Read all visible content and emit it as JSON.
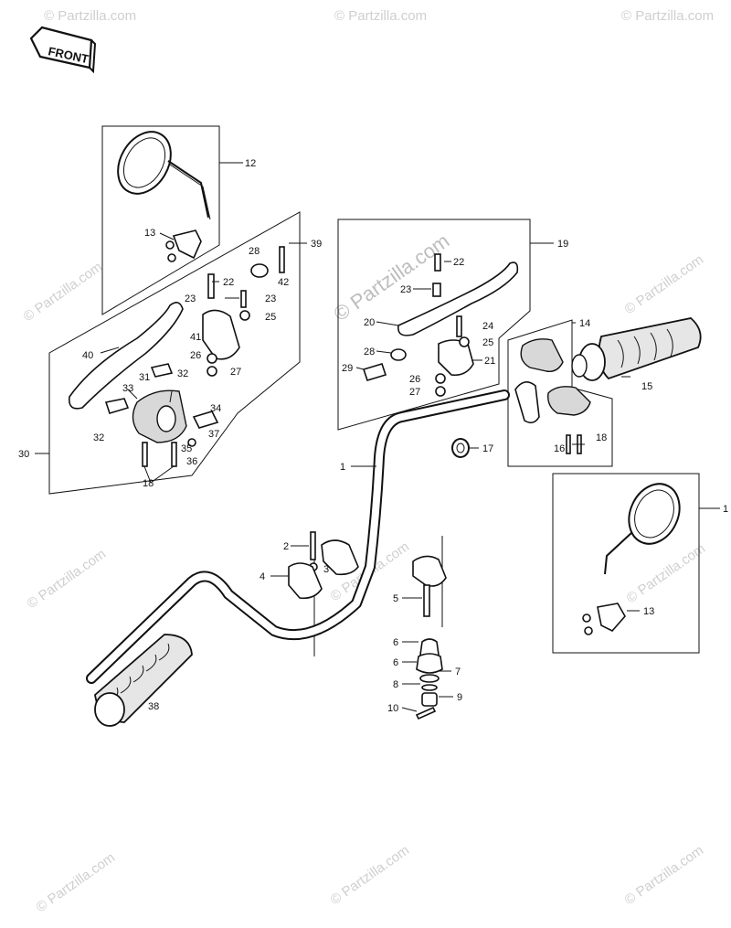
{
  "front_label": "FRONT",
  "watermark": {
    "text": "© Partzilla.com",
    "center_text": "© Partzilla.com"
  },
  "callouts": [
    {
      "id": "c1",
      "text": "1"
    },
    {
      "id": "c2",
      "text": "2"
    },
    {
      "id": "c3",
      "text": "3"
    },
    {
      "id": "c4",
      "text": "4"
    },
    {
      "id": "c5",
      "text": "5"
    },
    {
      "id": "c6a",
      "text": "6"
    },
    {
      "id": "c6b",
      "text": "6"
    },
    {
      "id": "c7",
      "text": "7"
    },
    {
      "id": "c8",
      "text": "8"
    },
    {
      "id": "c9",
      "text": "9"
    },
    {
      "id": "c10",
      "text": "10"
    },
    {
      "id": "c11",
      "text": "1"
    },
    {
      "id": "c12",
      "text": "12"
    },
    {
      "id": "c13a",
      "text": "13"
    },
    {
      "id": "c13b",
      "text": "13"
    },
    {
      "id": "c14",
      "text": "14"
    },
    {
      "id": "c15",
      "text": "15"
    },
    {
      "id": "c16",
      "text": "16"
    },
    {
      "id": "c17",
      "text": "17"
    },
    {
      "id": "c18a",
      "text": "18"
    },
    {
      "id": "c18b",
      "text": "18"
    },
    {
      "id": "c19",
      "text": "19"
    },
    {
      "id": "c20",
      "text": "20"
    },
    {
      "id": "c21",
      "text": "21"
    },
    {
      "id": "c22a",
      "text": "22"
    },
    {
      "id": "c22b",
      "text": "22"
    },
    {
      "id": "c23a",
      "text": "23"
    },
    {
      "id": "c23b",
      "text": "23"
    },
    {
      "id": "c23c",
      "text": "23"
    },
    {
      "id": "c24",
      "text": "24"
    },
    {
      "id": "c25a",
      "text": "25"
    },
    {
      "id": "c25b",
      "text": "25"
    },
    {
      "id": "c26a",
      "text": "26"
    },
    {
      "id": "c26b",
      "text": "26"
    },
    {
      "id": "c27a",
      "text": "27"
    },
    {
      "id": "c27b",
      "text": "27"
    },
    {
      "id": "c28a",
      "text": "28"
    },
    {
      "id": "c28b",
      "text": "28"
    },
    {
      "id": "c29",
      "text": "29"
    },
    {
      "id": "c30",
      "text": "30"
    },
    {
      "id": "c31",
      "text": "31"
    },
    {
      "id": "c32a",
      "text": "32"
    },
    {
      "id": "c32b",
      "text": "32"
    },
    {
      "id": "c33",
      "text": "33"
    },
    {
      "id": "c34",
      "text": "34"
    },
    {
      "id": "c35",
      "text": "35"
    },
    {
      "id": "c36",
      "text": "36"
    },
    {
      "id": "c37",
      "text": "37"
    },
    {
      "id": "c38",
      "text": "38"
    },
    {
      "id": "c39",
      "text": "39"
    },
    {
      "id": "c40",
      "text": "40"
    },
    {
      "id": "c41",
      "text": "41"
    },
    {
      "id": "c42",
      "text": "42"
    }
  ]
}
